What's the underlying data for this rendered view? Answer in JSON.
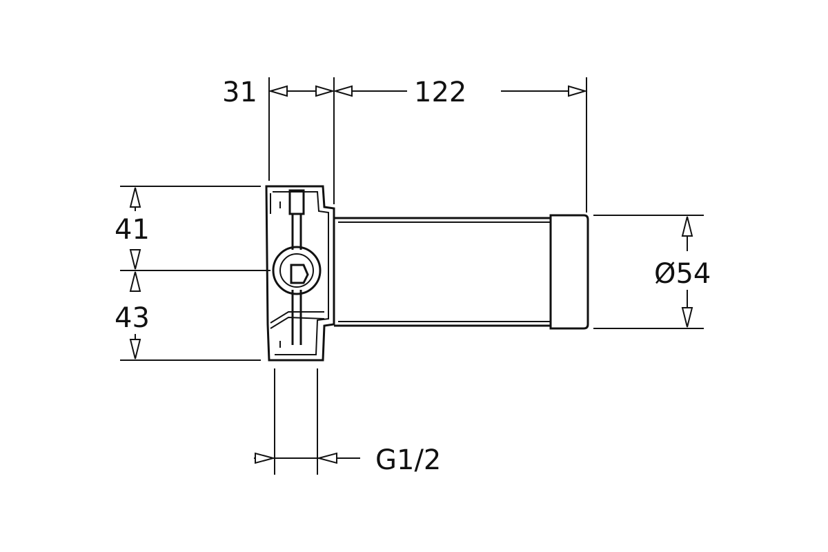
{
  "dimensions": {
    "width_left": "31",
    "width_body": "122",
    "height_upper": "41",
    "height_lower": "43",
    "diameter": "Ø54",
    "thread": "G1/2"
  },
  "colors": {
    "ink": "#111111",
    "background": "#ffffff"
  }
}
